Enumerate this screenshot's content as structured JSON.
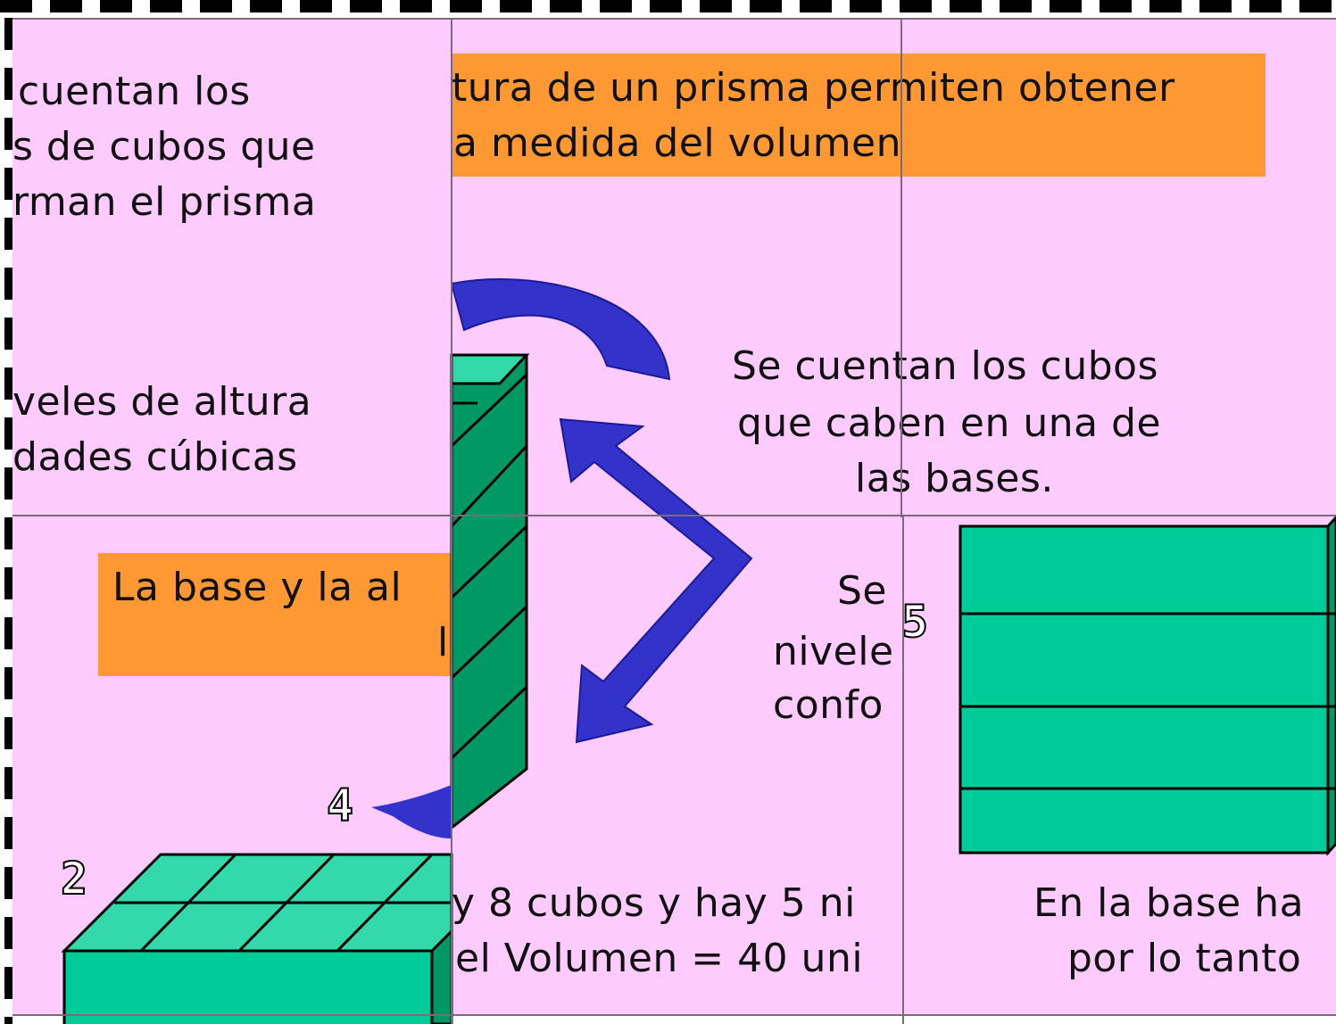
{
  "puzzle": {
    "top_banner_lines": [
      "tura de un prisma permiten obtener",
      "a medida del volumen"
    ],
    "left_top_lines": [
      "cuentan los",
      "s de cubos que",
      "rman el prisma"
    ],
    "left_mid_lines": [
      "veles de altura",
      "dades cúbicas"
    ],
    "right_mid_lines": [
      "Se cuentan los cubos",
      "que caben en una de",
      "las bases."
    ],
    "bottom_banner_lines": [
      "La base y la al",
      "l"
    ],
    "center_lines": [
      "Se",
      "nivele",
      "confo"
    ],
    "bottom_mid_lines": [
      "y 8 cubos y hay 5 ni",
      "el Volumen = 40 uni"
    ],
    "bottom_right_lines": [
      "En la base ha",
      "por lo tanto"
    ],
    "numbers": {
      "two": "2",
      "four": "4",
      "five": "5"
    }
  },
  "colors": {
    "background": "#fecbfe",
    "banner": "#fd9833",
    "cube_face": "#00cc99",
    "cube_top": "#33d9aa",
    "cube_side": "#009966",
    "arrow": "#3333cc"
  }
}
